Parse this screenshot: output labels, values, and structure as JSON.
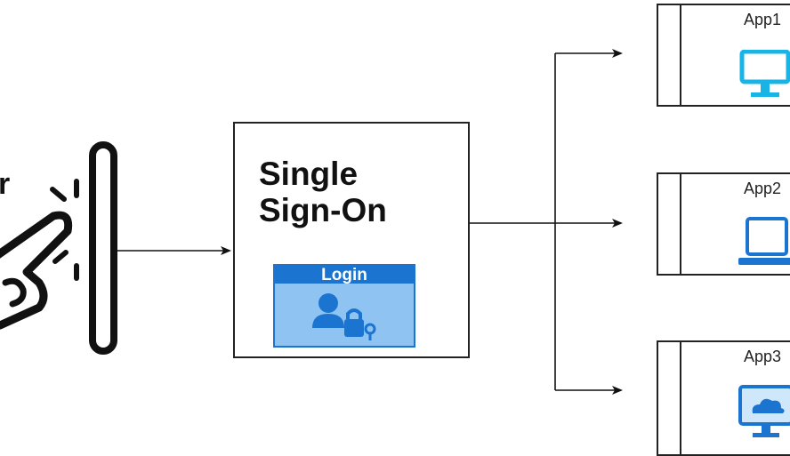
{
  "user": {
    "label_fragment": "r"
  },
  "sso": {
    "title_line1": "Single",
    "title_line2": "Sign-On",
    "login_label": "Login"
  },
  "apps": [
    {
      "label": "App1",
      "icon": "desktop-monitor-icon"
    },
    {
      "label": "App2",
      "icon": "laptop-icon"
    },
    {
      "label": "App3",
      "icon": "cloud-monitor-icon"
    }
  ],
  "colors": {
    "accent": "#1b75d0",
    "accent_light": "#8fc3f2",
    "icon_blue": "#19b4e6",
    "stroke": "#222222"
  }
}
